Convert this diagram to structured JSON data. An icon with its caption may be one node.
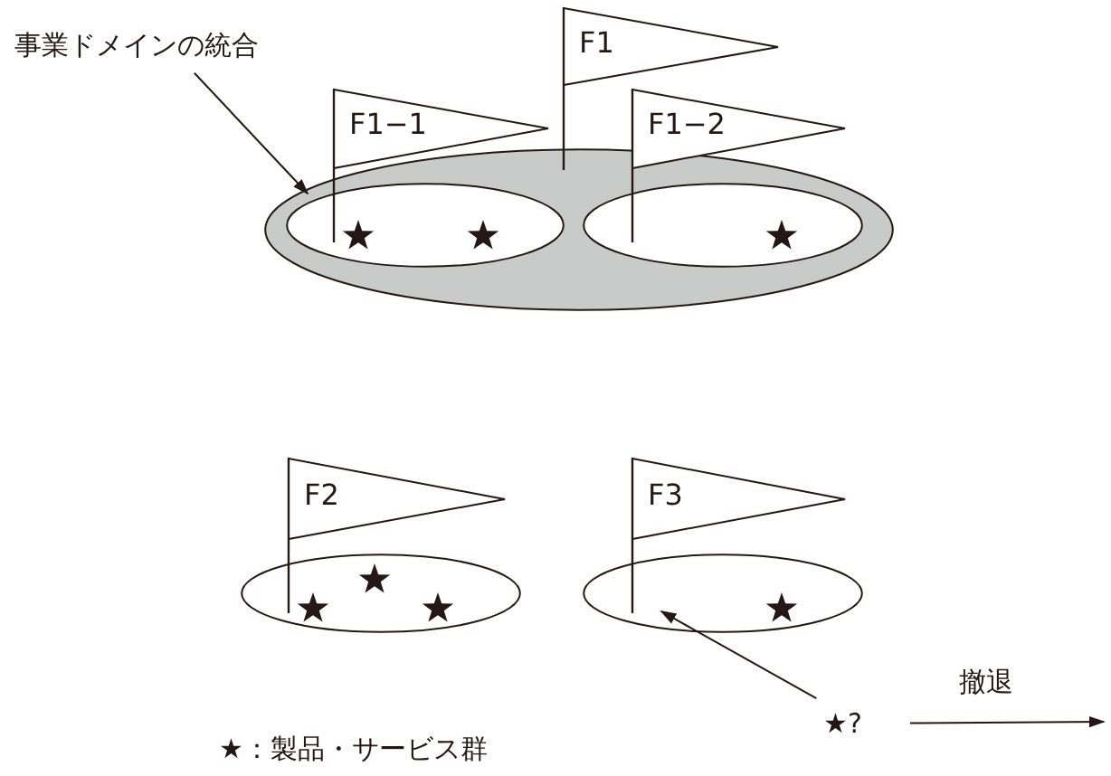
{
  "diagram": {
    "nodes": [
      {
        "text": [
          "事業ドメインの統合"
        ]
      },
      {
        "text": [],
        "shape": "ellipse"
      },
      {
        "text": [],
        "shape": "ellipse",
        "in": 1
      },
      {
        "text": [],
        "shape": "ellipse",
        "in": 1
      },
      {
        "text": [
          "F1"
        ]
      },
      {
        "text": [
          "F1−1"
        ]
      },
      {
        "text": [
          "F1−2"
        ]
      },
      {
        "text": [],
        "shape": "ellipse"
      },
      {
        "text": [
          "F2"
        ]
      },
      {
        "text": [],
        "shape": "ellipse"
      },
      {
        "text": [
          "F3"
        ]
      },
      {
        "text": [
          "★?"
        ]
      }
    ],
    "edges": [
      {
        "from": 0,
        "to": 1,
        "arrow": "to"
      },
      {
        "from": 11,
        "to": 9,
        "arrow": "to"
      },
      {
        "from": 11,
        "to": null,
        "arrow": "to",
        "label": "撤退"
      }
    ],
    "labels": [
      "★：製品・サービス群"
    ]
  }
}
